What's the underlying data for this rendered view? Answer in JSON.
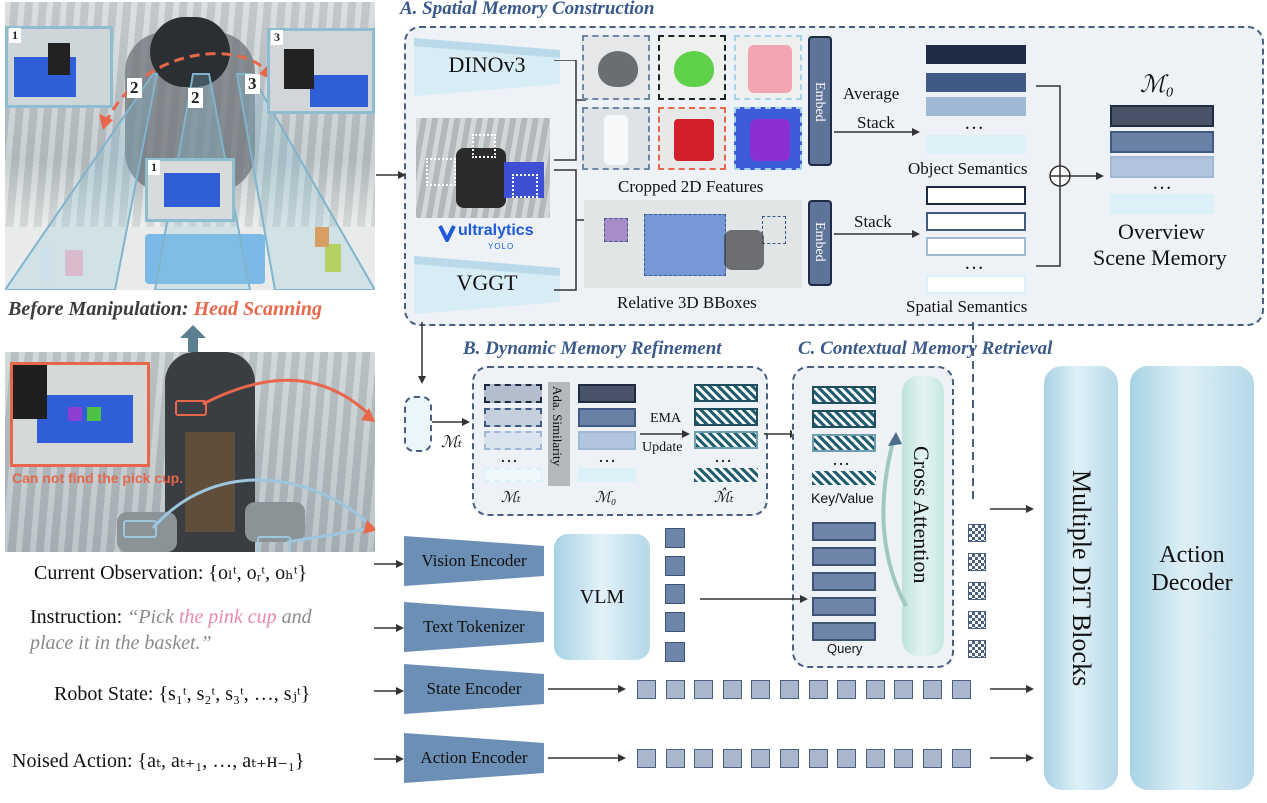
{
  "sections": {
    "a": "A. Spatial Memory Construction",
    "b": "B. Dynamic Memory Refinement",
    "c": "C. Contextual Memory Retrieval"
  },
  "left": {
    "scan_caption_prefix": "Before Manipulation:",
    "scan_caption_highlight": "Head Scanning",
    "view_labels": [
      "1",
      "2",
      "3",
      "2",
      "1",
      "3"
    ],
    "fail_text": "Can not find the pick cup.",
    "current_obs": "Current Observation: {oₗᵗ, oᵣᵗ, oₕᵗ}",
    "instruction_prefix": "Instruction:",
    "instruction_q1": "“Pick ",
    "instruction_pink": "the pink cup",
    "instruction_q2": " and",
    "instruction_line2": "place it in the basket.”",
    "robot_state": "Robot State: {s₁ᵗ, s₂ᵗ, s₃ᵗ, …, sⱼᵗ}",
    "noised_action": "Noised Action: {aₜ, aₜ₊₁, …, aₜ₊ʜ₋₁}"
  },
  "spatial": {
    "dino": "DINOv3",
    "vggt": "VGGT",
    "yolo_brand": "ultralytics",
    "yolo_sub": "YOLO",
    "cropped": "Cropped 2D Features",
    "bboxes": "Relative 3D BBoxes",
    "embed": "Embed",
    "average": "Average",
    "stack": "Stack",
    "stack2": "Stack",
    "object_sem": "Object Semantics",
    "spatial_sem": "Spatial Semantics",
    "m0": "ℳ₀",
    "overview1": "Overview",
    "overview2": "Scene Memory",
    "dots": "…",
    "plus": "⊕"
  },
  "refine": {
    "ada": "Ada. Similarity",
    "ema": "EMA",
    "update": "Update",
    "mt": "ℳₜ",
    "m0": "ℳ₀",
    "mt_hat": "ℳ̂ₜ",
    "mt_in": "ℳₜ",
    "dots": "…"
  },
  "retrieval": {
    "key_value": "Key/Value",
    "query": "Query",
    "cross": "Cross Attention",
    "dots": "…"
  },
  "encoders": {
    "vision": "Vision Encoder",
    "text": "Text Tokenizer",
    "state": "State Encoder",
    "action": "Action Encoder",
    "vlm": "VLM"
  },
  "heads": {
    "dit": "Multiple DiT Blocks",
    "decoder1": "Action",
    "decoder2": "Decoder"
  },
  "colors": {
    "navy": "#1f2a44",
    "mid": "#3f5a85",
    "light": "#9fb8d6",
    "pale": "#d8eaf4",
    "accent": "#e8664a",
    "pink": "#e88aa8",
    "enc": "#6b8fb5"
  }
}
